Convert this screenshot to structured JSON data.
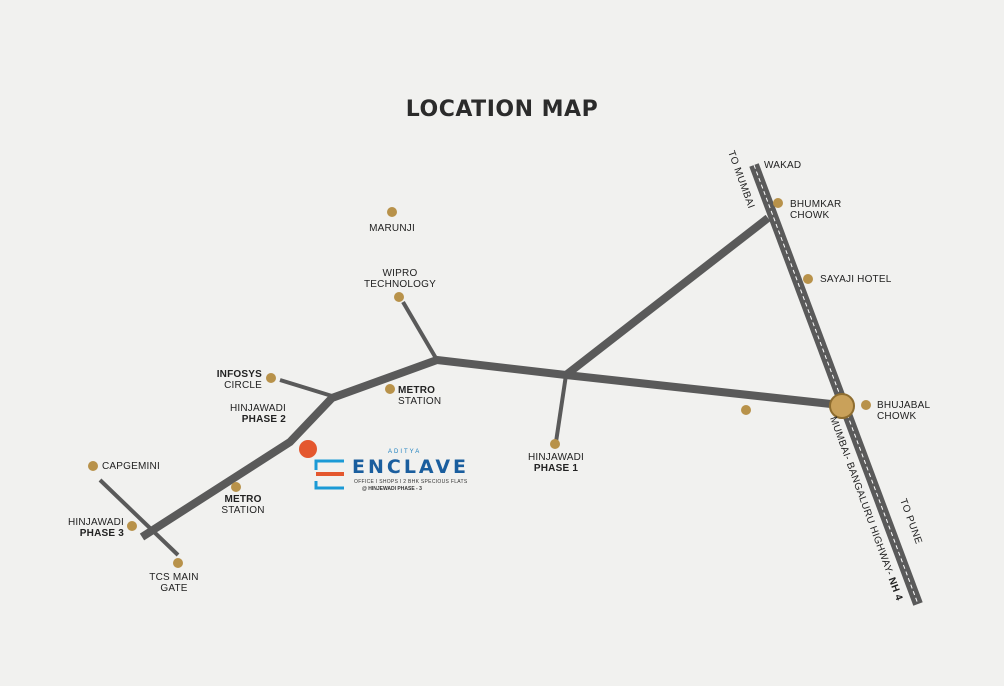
{
  "map": {
    "title": "LOCATION MAP",
    "places": {
      "marunji": "MARUNJI",
      "wipro_1": "WIPRO",
      "wipro_2": "TECHNOLOGY",
      "infosys_1": "INFOSYS",
      "infosys_2": "CIRCLE",
      "metro_upper_1": "METRO",
      "metro_upper_2": "STATION",
      "hinj_p2_1": "HINJAWADI",
      "hinj_p2_2": "PHASE 2",
      "capgemini": "CAPGEMINI",
      "metro_lower_1": "METRO",
      "metro_lower_2": "STATION",
      "hinj_p3_1": "HINJAWADI",
      "hinj_p3_2": "PHASE 3",
      "tcs_1": "TCS MAIN",
      "tcs_2": "GATE",
      "hinj_p1_1": "HINJAWADI",
      "hinj_p1_2": "PHASE 1",
      "wakad": "WAKAD",
      "bhumkar_1": "BHUMKAR",
      "bhumkar_2": "CHOWK",
      "sayaji": "SAYAJI HOTEL",
      "bhujabal_1": "BHUJABAL",
      "bhujabal_2": "CHOWK"
    },
    "roads": {
      "to_mumbai": "TO MUMBAI",
      "to_pune": "TO PUNE",
      "highway": "MUMBAI- BANGALURU HIGHWAY-",
      "highway_num": "NH 4"
    },
    "project": {
      "brand": "ADITYA",
      "name": "ENCLAVE",
      "tagline": "OFFICE I SHOPS I 2 BHK SPECIOUS FLATS",
      "location": "@ HINJEWADI PHASE - 3"
    },
    "colors": {
      "road": "#5a5a5a",
      "marker": "#b8924a",
      "project_marker": "#e4572e",
      "brand_blue": "#1a5e9e",
      "brand_orange": "#e4572e",
      "text": "#222222"
    }
  }
}
